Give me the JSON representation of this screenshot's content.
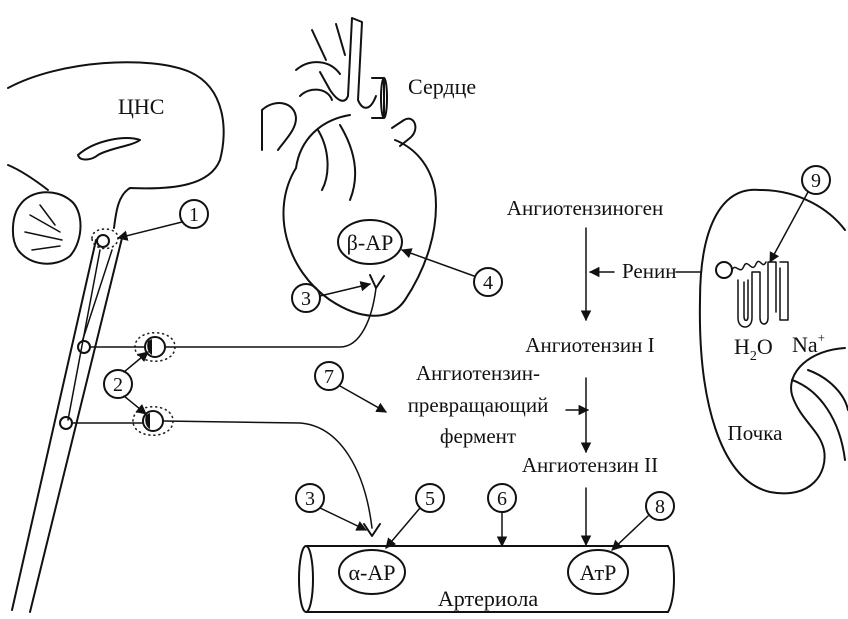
{
  "labels": {
    "cns": "ЦНС",
    "heart": "Сердце",
    "beta_ar": "β-АР",
    "angiotensinogen": "Ангиотензиноген",
    "renin": "Ренин",
    "angiotensin1": "Ангиотензин I",
    "ace_line1": "Ангиотензин-",
    "ace_line2": "превращающий",
    "ace_line3": "фермент",
    "angiotensin2": "Ангиотензин II",
    "alpha_ar": "α-АР",
    "atr": "АтР",
    "arteriole": "Артериола",
    "kidney": "Почка",
    "h2o_h": "H",
    "h2o_sub": "2",
    "h2o_o": "O",
    "na": "Na",
    "na_sup": "+"
  },
  "markers": {
    "m1": "1",
    "m2": "2",
    "m3a": "3",
    "m3b": "3",
    "m4": "4",
    "m5": "5",
    "m6": "6",
    "m7": "7",
    "m8": "8",
    "m9": "9"
  }
}
